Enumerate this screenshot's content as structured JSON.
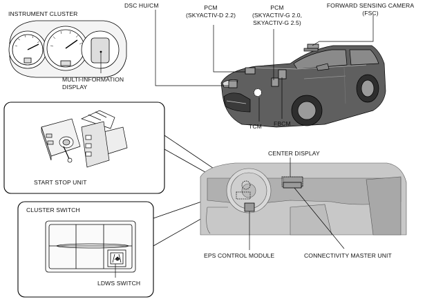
{
  "labels": {
    "instrument_cluster": "INSTRUMENT CLUSTER",
    "dsc_hu_cm": "DSC HU/CM",
    "pcm_d_title": "PCM",
    "pcm_d_sub": "(SKYACTIV-D 2.2)",
    "pcm_g_title": "PCM",
    "pcm_g_sub1": "(SKYACTIV-G 2.0,",
    "pcm_g_sub2": "SKYACTIV-G 2.5)",
    "fsc_title": "FORWARD SENSING CAMERA",
    "fsc_sub": "(FSC)",
    "mid_line1": "MULTI-INFORMATION",
    "mid_line2": "DISPLAY",
    "tcm": "TCM",
    "fbcm": "FBCM",
    "center_display": "CENTER DISPLAY",
    "start_stop_unit": "START STOP UNIT",
    "cluster_switch": "CLUSTER SWITCH",
    "eps_control_module": "EPS CONTROL MODULE",
    "connectivity_master_unit": "CONNECTIVITY MASTER UNIT",
    "ldws_switch": "LDWS SWITCH"
  },
  "colors": {
    "line": "#000000",
    "component_fill": "#9a9a9a",
    "car_body": "#5f5f5f",
    "interior": "#c8c8c8"
  }
}
